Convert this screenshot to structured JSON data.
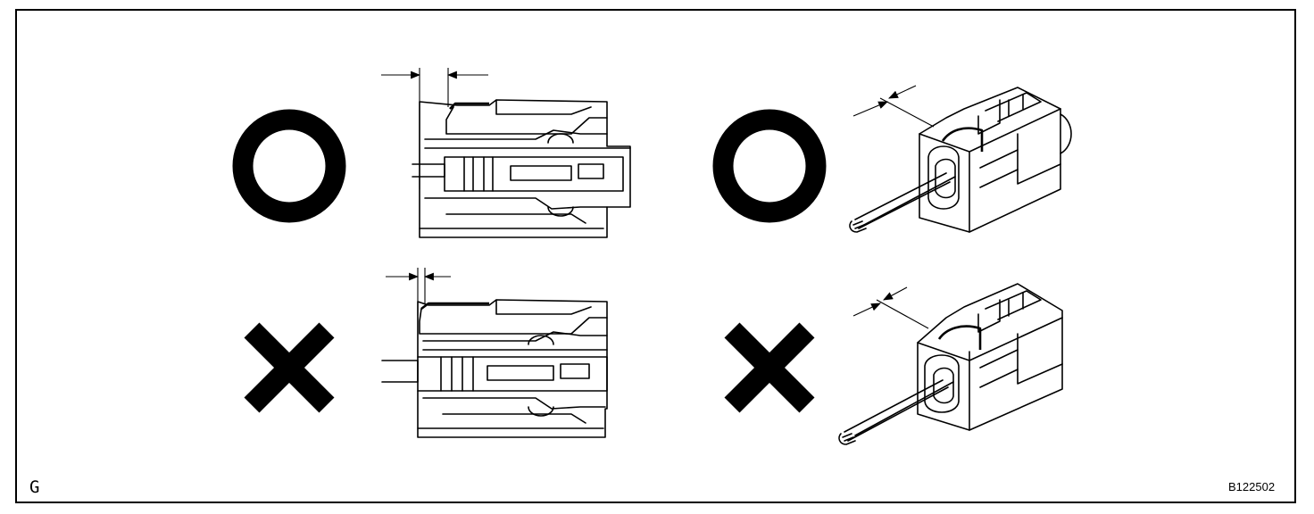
{
  "figure": {
    "corner_label": "G",
    "figure_id": "B122502"
  },
  "symbols": {
    "ok": "circle-ok-mark",
    "ng": "cross-ng-mark",
    "color": "#000000"
  },
  "panels": [
    {
      "view": "side",
      "status": "ok"
    },
    {
      "view": "perspective",
      "status": "ok"
    },
    {
      "view": "side",
      "status": "ng"
    },
    {
      "view": "perspective",
      "status": "ng"
    }
  ]
}
